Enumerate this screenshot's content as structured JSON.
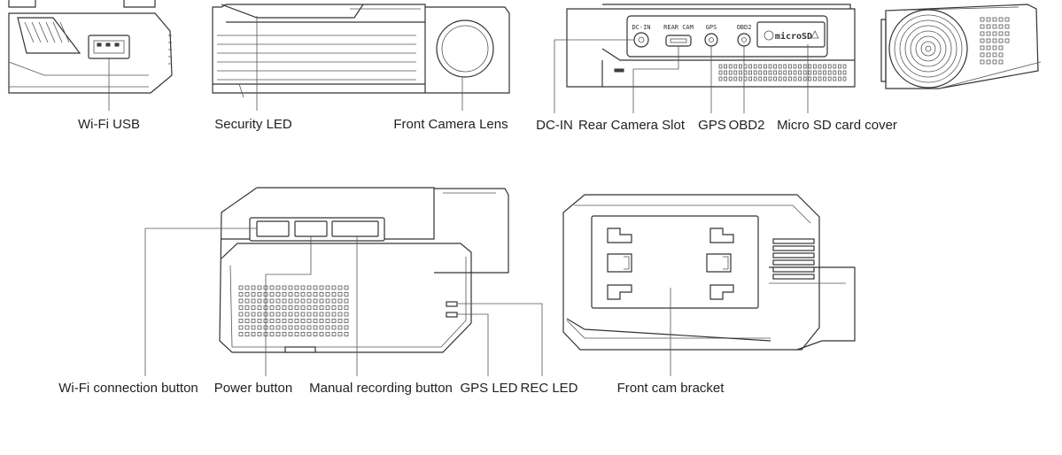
{
  "callouts": {
    "wifi_usb": "Wi-Fi USB",
    "security_led": "Security LED",
    "front_camera_lens": "Front Camera Lens",
    "dc_in": "DC-IN",
    "rear_camera_slot": "Rear Camera Slot",
    "gps": "GPS",
    "obd2": "OBD2",
    "micro_sd_card_cover": "Micro SD card cover",
    "wifi_connection_button": "Wi-Fi connection button",
    "power_button": "Power button",
    "manual_recording_button": "Manual recording button",
    "gps_led": "GPS LED",
    "rec_led": "REC LED",
    "front_cam_bracket": "Front cam bracket"
  },
  "port_marks": {
    "dc_in": "DC-IN",
    "rear_cam": "REAR CAM",
    "gps": "GPS",
    "obd2": "OBD2",
    "micro_sd": "microSD"
  },
  "colors": {
    "line": "#333333",
    "background": "#ffffff"
  }
}
